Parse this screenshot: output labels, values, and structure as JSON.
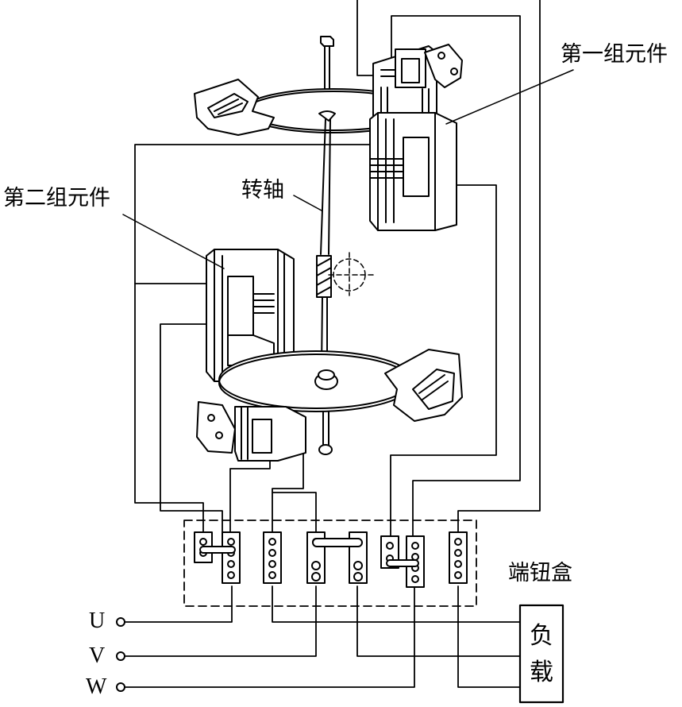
{
  "labels": {
    "group1": "第一组元件",
    "group2": "第二组元件",
    "shaft": "转轴",
    "terminal_box": "端钮盒"
  },
  "phases": [
    "U",
    "V",
    "W"
  ],
  "load": {
    "line1": "负",
    "line2": "载"
  },
  "colors": {
    "stroke": "#000000",
    "fill": "#ffffff"
  }
}
